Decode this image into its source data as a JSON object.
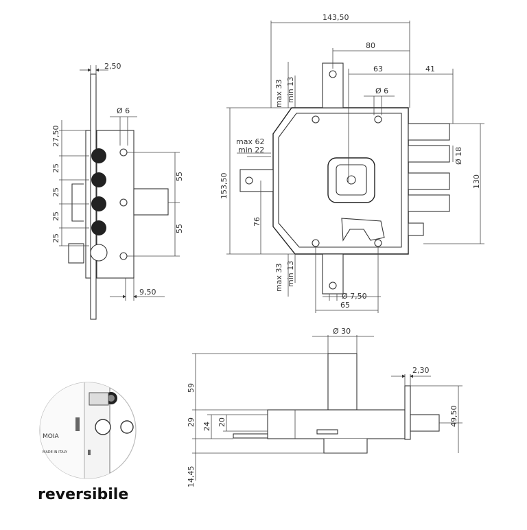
{
  "caption": "reversibile",
  "side_view": {
    "top_width": "2,50",
    "hole_dia": "Ø 6",
    "spacings": [
      "27,50",
      "25",
      "25",
      "25",
      "25"
    ],
    "bolt_offset_top": "55",
    "bolt_offset_bottom": "55",
    "plate_offset": "9,50"
  },
  "front_view": {
    "overall_width": "143,50",
    "width_80": "80",
    "width_63": "63",
    "width_41": "41",
    "hole_top": "Ø 6",
    "height_overall": "153,50",
    "height_130": "130",
    "bolt_dia": "Ø 18",
    "tab_top_max": "max 33",
    "tab_top_min": "min 13",
    "tab_mid_max": "max 62",
    "tab_mid_min": "min 22",
    "tab_bottom_max": "max 33",
    "tab_bottom_min": "min 13",
    "height_76": "76",
    "hole_bottom": "Ø 7,50",
    "width_65": "65"
  },
  "top_view": {
    "cylinder_dia": "Ø 30",
    "plate_thickness": "2,30",
    "height_59": "59",
    "height_29": "29",
    "height_24": "24",
    "height_20": "20",
    "height_14_45": "14,45",
    "bolt_length": "49,50"
  },
  "inset": {
    "brand_fragment": "MOIA",
    "origin_fragment": "MADE IN ITALY"
  }
}
